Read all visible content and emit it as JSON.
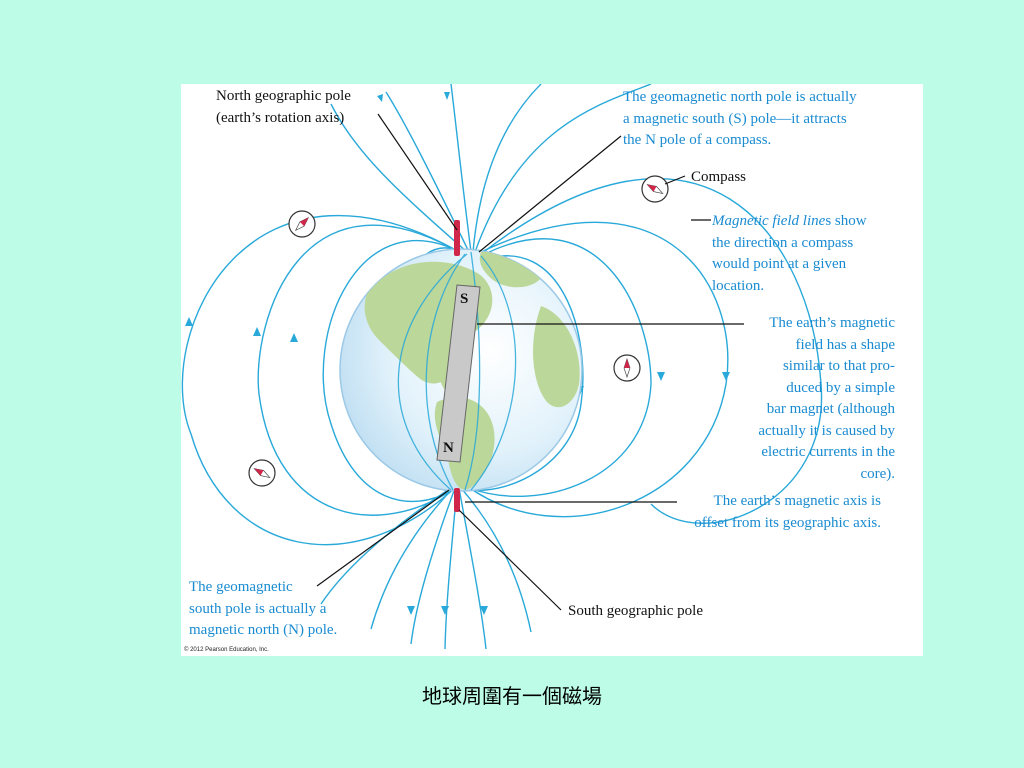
{
  "caption": "地球周圍有一個磁場",
  "figure": {
    "copyright": "© 2012 Pearson Education, Inc.",
    "bar_magnet": {
      "top_letter": "S",
      "bottom_letter": "N"
    },
    "labels": {
      "north_geographic_pole": "North geographic pole\n(earth’s rotation axis)",
      "geomagnetic_north_pole": "The geomagnetic north pole is actually\na magnetic south (S) pole—it attracts\nthe N pole of a compass.",
      "compass": "Compass",
      "field_lines_emph": "Magnetic field line",
      "field_lines_rest": "s show\nthe direction a compass\nwould point at a given\nlocation.",
      "earth_field_shape": "The earth’s magnetic\nfield has a shape\nsimilar to that pro-\nduced by a simple\nbar magnet (although\nactually it is caused by\nelectric currents in the\ncore).",
      "axis_offset": "The earth’s magnetic axis is\noffset from its geographic axis.",
      "geomagnetic_south_pole": "The geomagnetic\nsouth pole is actually a\nmagnetic north (N) pole.",
      "south_geographic_pole": "South geographic pole"
    },
    "colors": {
      "field_line": "#29a9d9",
      "pole_marker": "#d0264a",
      "earth_ocean": "#cfe9f6",
      "earth_land": "#bcd79a",
      "magnet": "#c9c9c9",
      "callout_text": "#1a8bd1"
    }
  }
}
